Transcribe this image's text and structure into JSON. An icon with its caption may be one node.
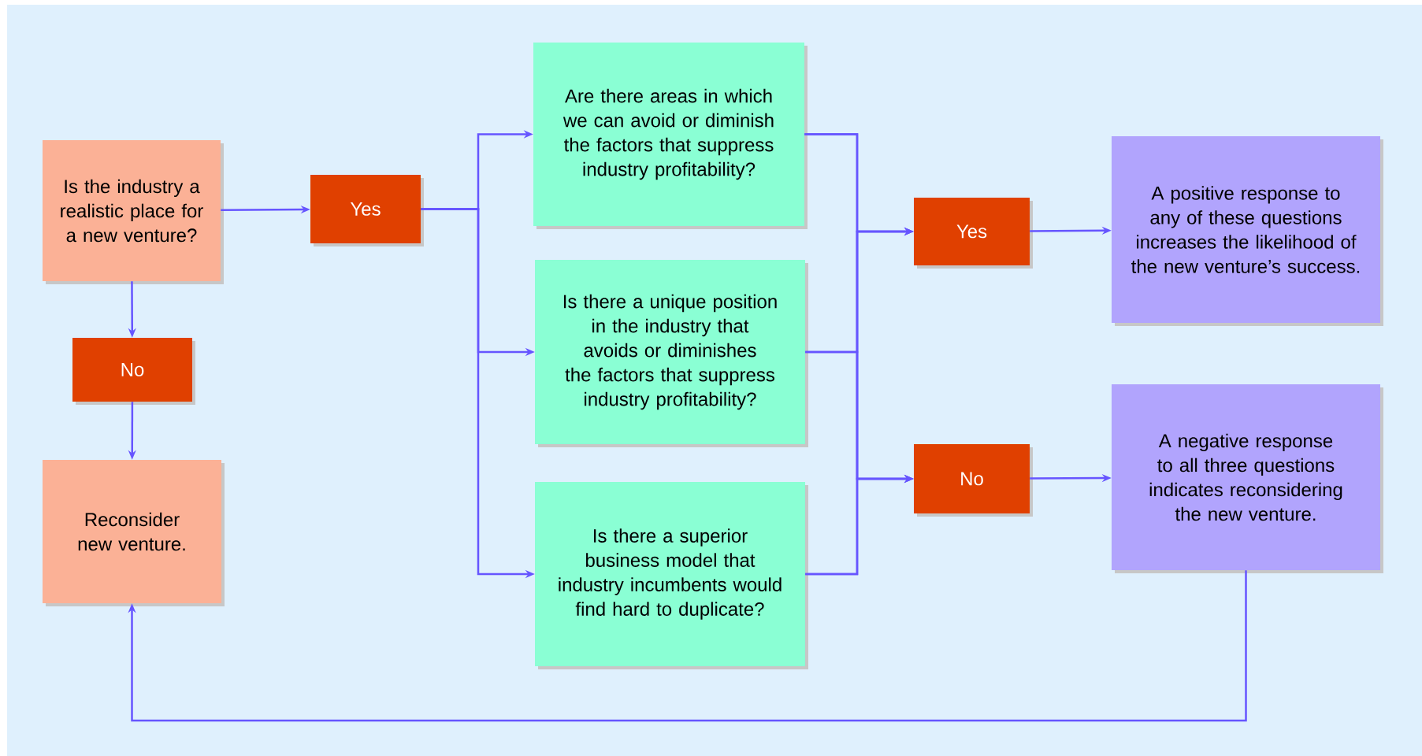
{
  "diagram": {
    "nodes": [
      {
        "text": [
          "Is the industry a realistic place for a new venture?"
        ]
      },
      {
        "text": [
          "Yes"
        ]
      },
      {
        "text": [
          "No"
        ]
      },
      {
        "text": [
          "Reconsider new venture."
        ]
      },
      {
        "text": [
          "Are there areas in which we can avoid or diminish the factors that suppress industry profitability?"
        ]
      },
      {
        "text": [
          "Is there a unique position in the industry that avoids or diminishes the factors that suppress industry profitability?"
        ]
      },
      {
        "text": [
          "Is there a superior business model that industry incumbents would find hard to duplicate?"
        ]
      },
      {
        "text": [
          "Yes"
        ]
      },
      {
        "text": [
          "No"
        ]
      },
      {
        "text": [
          "A positive response to any of these questions increases the likelihood of the new venture’s success."
        ]
      },
      {
        "text": [
          "A negative response to all three questions indicates reconsidering the new venture."
        ]
      }
    ],
    "edges": [
      {
        "from": 0,
        "to": 1,
        "arrow": "to"
      },
      {
        "from": 0,
        "to": 2,
        "arrow": "to"
      },
      {
        "from": 2,
        "to": 3,
        "arrow": "to"
      },
      {
        "from": 1,
        "to": 4,
        "arrow": "to"
      },
      {
        "from": 1,
        "to": 5,
        "arrow": "to"
      },
      {
        "from": 1,
        "to": 6,
        "arrow": "to"
      },
      {
        "from": 4,
        "to": 7,
        "arrow": "to"
      },
      {
        "from": 5,
        "to": 7,
        "arrow": "to"
      },
      {
        "from": 6,
        "to": 7,
        "arrow": "to"
      },
      {
        "from": 4,
        "to": 8,
        "arrow": "to"
      },
      {
        "from": 5,
        "to": 8,
        "arrow": "to"
      },
      {
        "from": 6,
        "to": 8,
        "arrow": "to"
      },
      {
        "from": 7,
        "to": 9,
        "arrow": "to"
      },
      {
        "from": 8,
        "to": 10,
        "arrow": "to"
      },
      {
        "from": 10,
        "to": 3,
        "arrow": "to"
      }
    ]
  }
}
